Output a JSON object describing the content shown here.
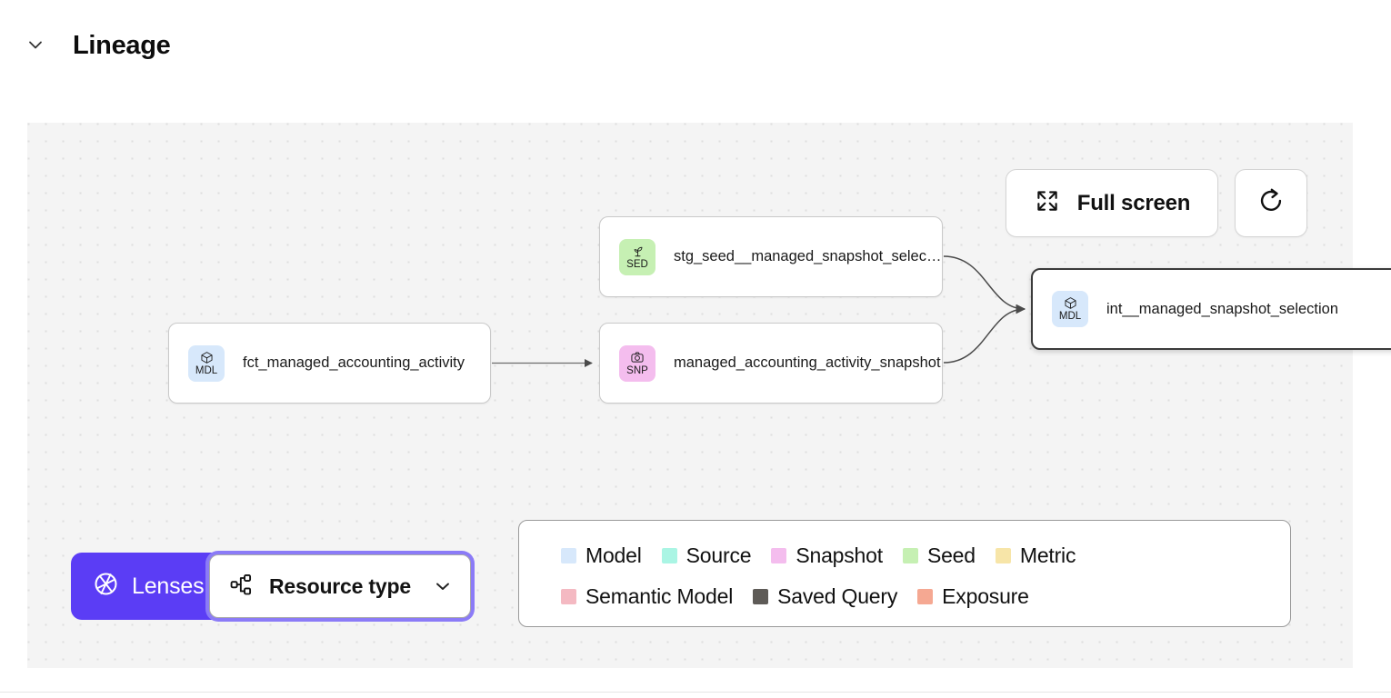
{
  "section": {
    "title": "Lineage",
    "collapse_icon": "chevron-down-icon"
  },
  "canvas": {
    "background_color": "#f4f4f4",
    "dot_color": "#dedede"
  },
  "controls": {
    "fullscreen": {
      "label": "Full screen",
      "icon": "expand-arrows-icon"
    },
    "refresh": {
      "icon": "refresh-icon"
    },
    "lenses": {
      "label": "Lenses",
      "icon": "aperture-icon",
      "color": "#5b3df5"
    },
    "resource_type": {
      "label": "Resource type",
      "icon": "hierarchy-icon",
      "caret_icon": "chevron-down-icon",
      "focused": "true",
      "focus_color": "#8b7bf7"
    }
  },
  "graph": {
    "nodes": [
      {
        "id": "fct_managed_accounting_activity",
        "label": "fct_managed_accounting_activity",
        "type_code": "MDL",
        "type_name": "Model",
        "badge_color": "#d7e8fb",
        "icon": "cube-icon",
        "selected": "false"
      },
      {
        "id": "stg_seed__managed_snapshot_selection",
        "label": "stg_seed__managed_snapshot_selecti...",
        "type_code": "SED",
        "type_name": "Seed",
        "badge_color": "#c6f0b3",
        "icon": "sprout-icon",
        "selected": "false"
      },
      {
        "id": "managed_accounting_activity_snapshot",
        "label": "managed_accounting_activity_snapshot",
        "type_code": "SNP",
        "type_name": "Snapshot",
        "badge_color": "#f4bdee",
        "icon": "camera-icon",
        "selected": "false"
      },
      {
        "id": "int__managed_snapshot_selection",
        "label": "int__managed_snapshot_selection",
        "type_code": "MDL",
        "type_name": "Model",
        "badge_color": "#d7e8fb",
        "icon": "cube-icon",
        "selected": "true"
      }
    ],
    "edges": [
      {
        "from": "fct_managed_accounting_activity",
        "to": "managed_accounting_activity_snapshot"
      },
      {
        "from": "stg_seed__managed_snapshot_selection",
        "to": "int__managed_snapshot_selection"
      },
      {
        "from": "managed_accounting_activity_snapshot",
        "to": "int__managed_snapshot_selection"
      }
    ]
  },
  "legend": {
    "row1": [
      {
        "label": "Model",
        "color": "#d7e8fb"
      },
      {
        "label": "Source",
        "color": "#aaf5e4"
      },
      {
        "label": "Snapshot",
        "color": "#f4bdee"
      },
      {
        "label": "Seed",
        "color": "#c6f0b3"
      },
      {
        "label": "Metric",
        "color": "#f7e5a8"
      }
    ],
    "row2": [
      {
        "label": "Semantic Model",
        "color": "#f4b9c2"
      },
      {
        "label": "Saved Query",
        "color": "#5e5b57"
      },
      {
        "label": "Exposure",
        "color": "#f5a892"
      }
    ]
  }
}
